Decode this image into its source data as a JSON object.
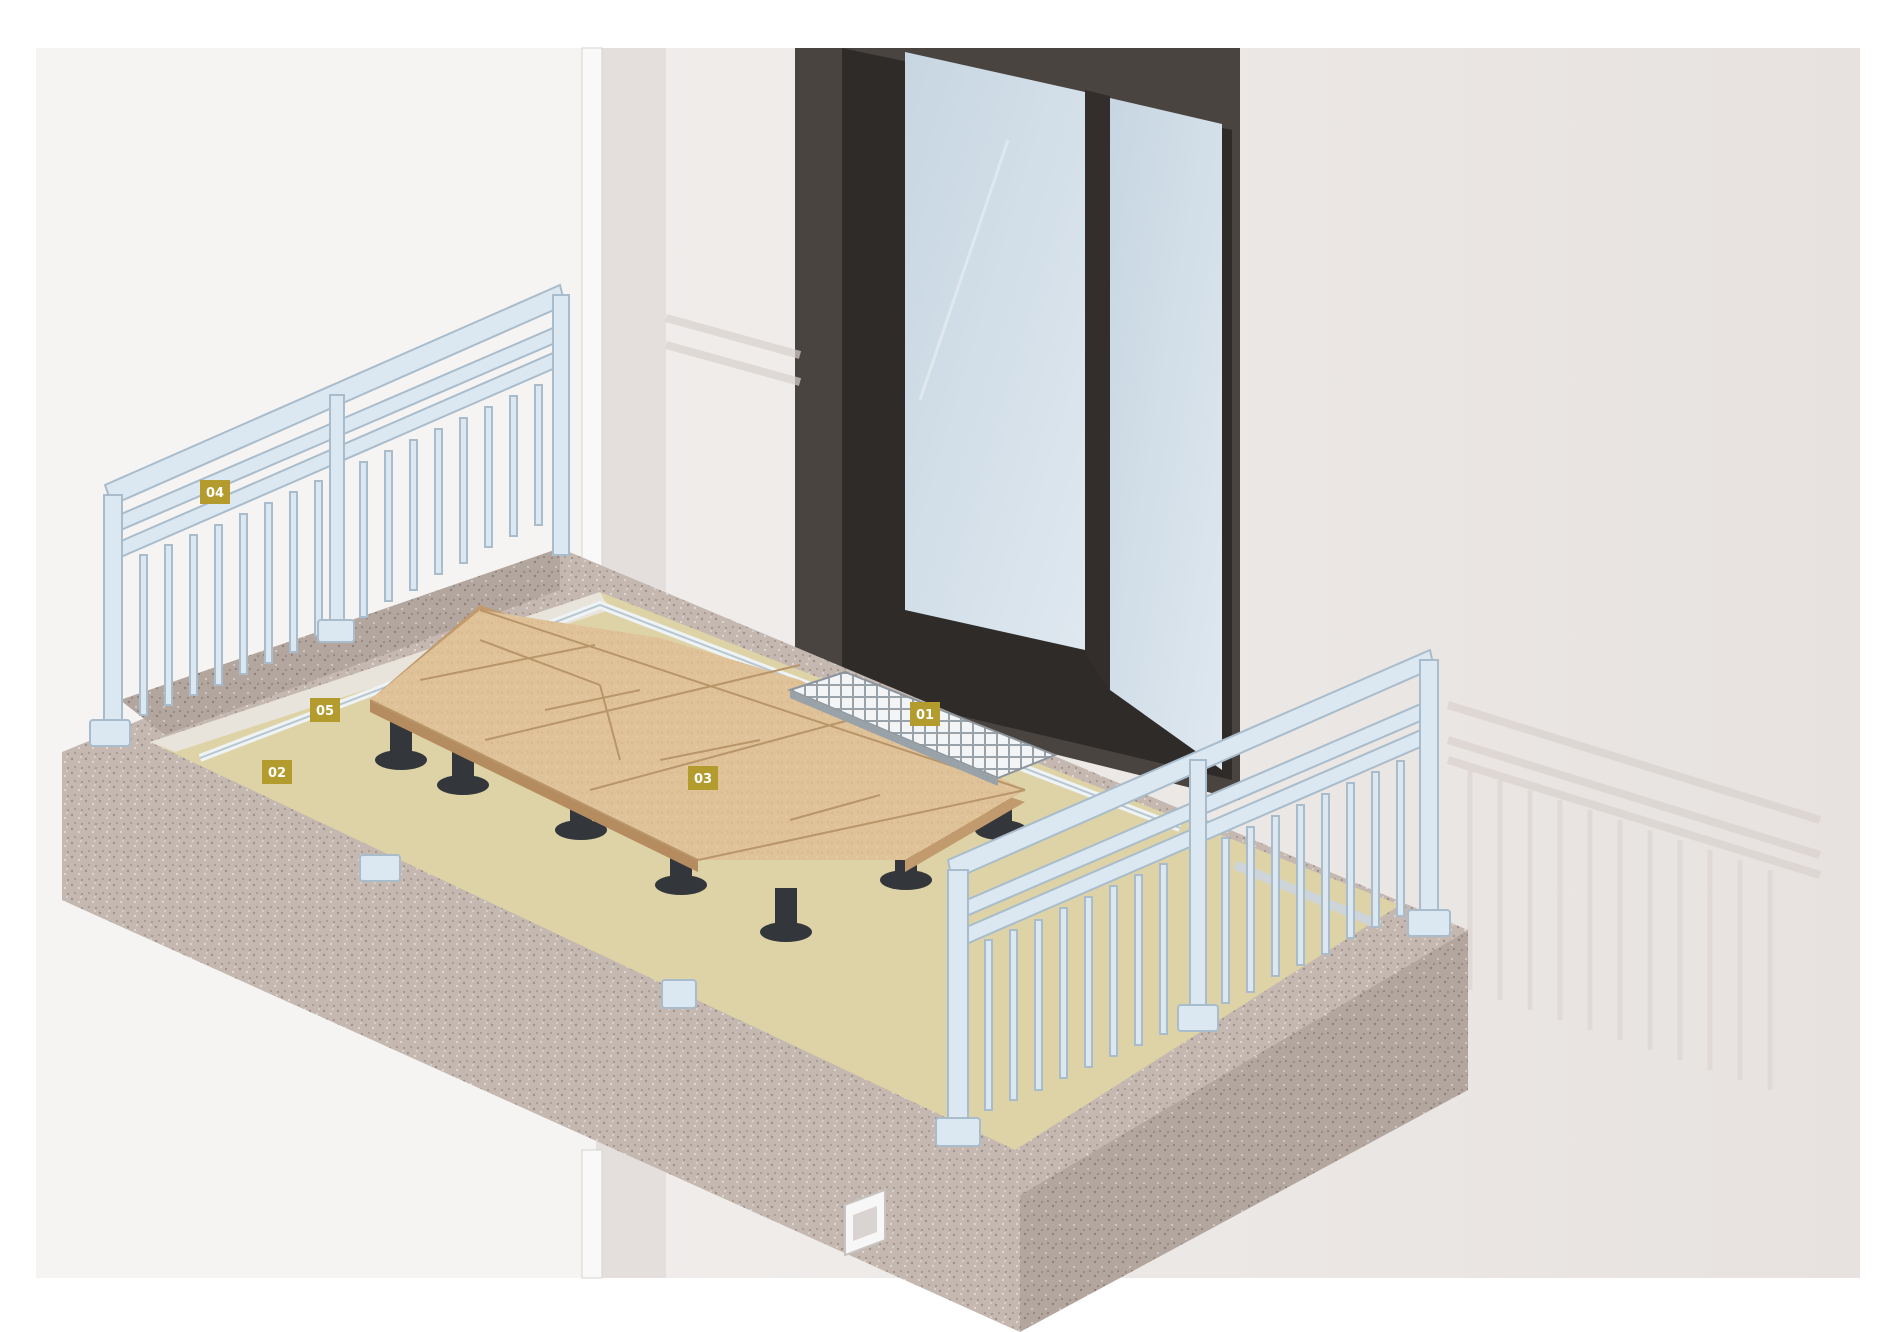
{
  "figure": {
    "subject": "balcony-raised-paving-illustration",
    "labels": [
      {
        "id": "01",
        "text": "01",
        "refers_to": "drainage-grate"
      },
      {
        "id": "02",
        "text": "02",
        "refers_to": "waterproof-membrane"
      },
      {
        "id": "03",
        "text": "03",
        "refers_to": "paving-tiles"
      },
      {
        "id": "04",
        "text": "04",
        "refers_to": "balcony-railing"
      },
      {
        "id": "05",
        "text": "05",
        "refers_to": "perimeter-edge-profile"
      }
    ]
  },
  "colors": {
    "label_bg": "#b39b2e",
    "label_text": "#ffffff",
    "railing": "#dbe8f1",
    "railing_stroke": "#a9bccb",
    "concrete": "#bfb2ab",
    "membrane": "#ddd3a6",
    "tile": "#e1c39a",
    "tile_edge": "#c19a6d",
    "pedestal": "#33363a",
    "glass": "#cfdde7",
    "frame": "#2f2b29",
    "wall": "#ece8e5"
  }
}
